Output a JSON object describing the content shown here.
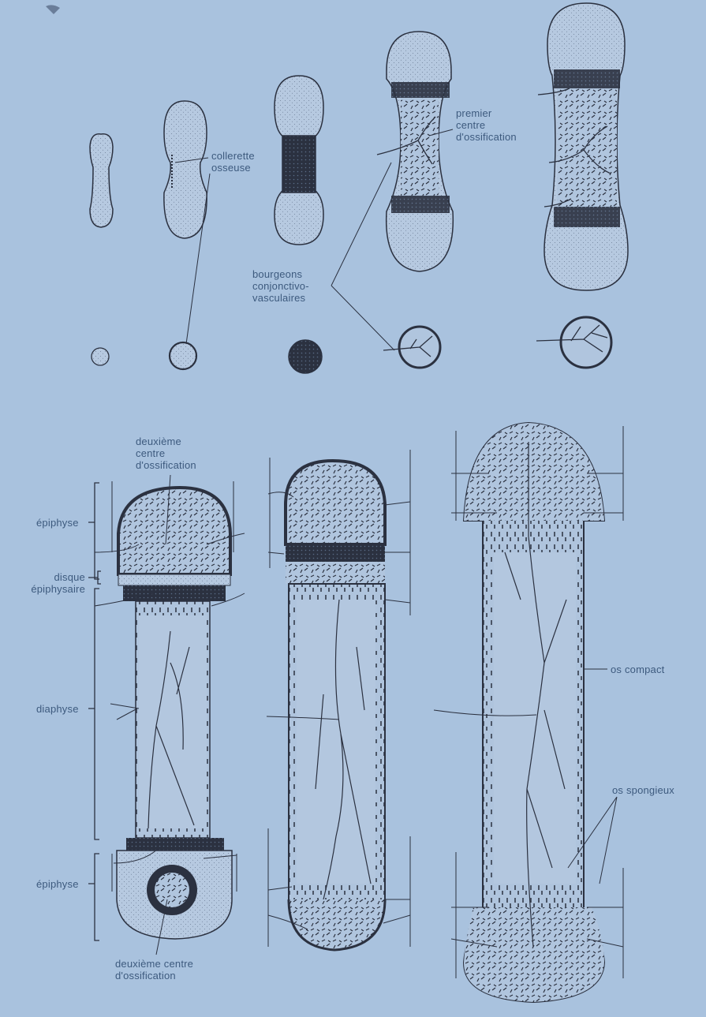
{
  "labels": {
    "collerette": [
      "collerette",
      "osseuse"
    ],
    "premier_centre": [
      "premier",
      "centre",
      "d'ossification"
    ],
    "bourgeons": [
      "bourgeons",
      "conjonctivo-",
      "vasculaires"
    ],
    "deuxieme_centre_top": [
      "deuxième",
      "centre",
      "d'ossification"
    ],
    "epiphyse_top": "épiphyse",
    "disque": [
      "disque",
      "épiphysaire"
    ],
    "diaphyse": "diaphyse",
    "epiphyse_bottom": "épiphyse",
    "deuxieme_centre_bottom": [
      "deuxième centre",
      "d'ossification"
    ],
    "os_compact": "os compact",
    "os_spongieux": "os spongieux"
  },
  "colors": {
    "background": "#a9c2de",
    "ink": "#2b3140",
    "cartilage_fill": "#b6c9e0",
    "label_text": "#3d5a7e"
  }
}
